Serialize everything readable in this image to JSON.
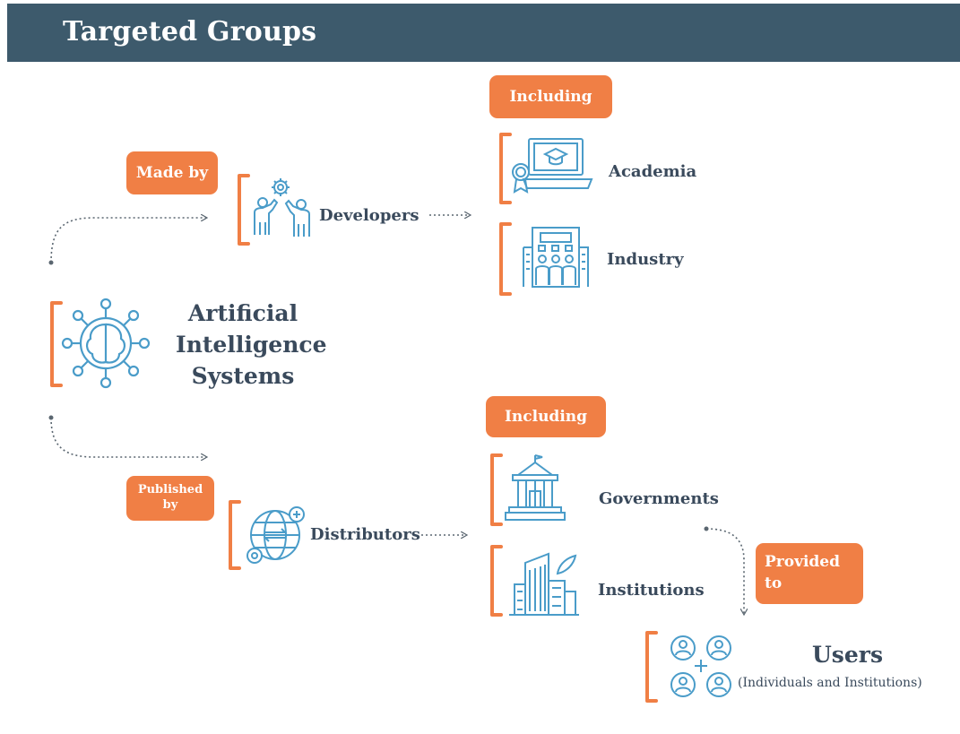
{
  "header": {
    "title": "Targeted Groups"
  },
  "core": {
    "line1": "Artificial",
    "line2": "Intelligence",
    "line3": "Systems",
    "icon": "ai-brain-network-icon"
  },
  "tags": {
    "made_by": "Made by",
    "including_top": "Including",
    "published_by_line1": "Published",
    "published_by_line2": "by",
    "including_bottom": "Including",
    "provided_to_line1": "Provided",
    "provided_to_line2": "to"
  },
  "nodes": {
    "developers": {
      "label": "Developers",
      "icon": "developers-gear-icon"
    },
    "academia": {
      "label": "Academia",
      "icon": "academia-laptop-icon"
    },
    "industry": {
      "label": "Industry",
      "icon": "industry-building-icon"
    },
    "distributors": {
      "label": "Distributors",
      "icon": "globe-network-icon"
    },
    "governments": {
      "label": "Governments",
      "icon": "government-building-icon"
    },
    "institutions": {
      "label": "Institutions",
      "icon": "institution-tower-icon"
    },
    "users": {
      "title": "Users",
      "subtitle": "(Individuals and Institutions)",
      "icon": "users-network-icon"
    }
  },
  "colors": {
    "header": "#3d5a6c",
    "accent": "#f07f45",
    "icon": "#4a9cc9",
    "text": "#3a4a5c",
    "arrow": "#5a6670"
  }
}
